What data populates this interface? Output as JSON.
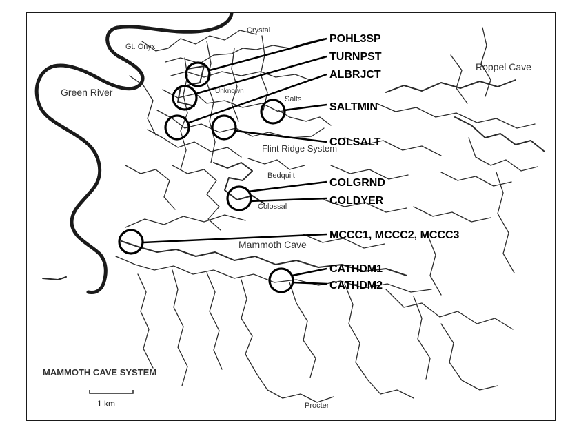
{
  "map": {
    "title": "MAMMOTH CAVE SYSTEM",
    "scale_bar": {
      "label": "1 km"
    },
    "area_labels": {
      "green_river": "Green River",
      "gt_onyx": "Gt. Onyx",
      "crystal": "Crystal",
      "unknown": "Unknown",
      "salts": "Salts",
      "roppel_cave": "Roppel Cave",
      "flint_ridge_system": "Flint Ridge System",
      "bedquilt": "Bedquilt",
      "colossal": "Colossal",
      "mammoth_cave": "Mammoth Cave",
      "procter": "Procter"
    },
    "sites": {
      "pohl3sp": "POHL3SP",
      "turnpst": "TURNPST",
      "albrjct": "ALBRJCT",
      "saltmin": "SALTMIN",
      "colsalt": "COLSALT",
      "colgrnd": "COLGRND",
      "coldyer": "COLDYER",
      "mccc": "MCCC1, MCCC2, MCCC3",
      "cathdm1": "CATHDM1",
      "cathdm2": "CATHDM2"
    }
  }
}
